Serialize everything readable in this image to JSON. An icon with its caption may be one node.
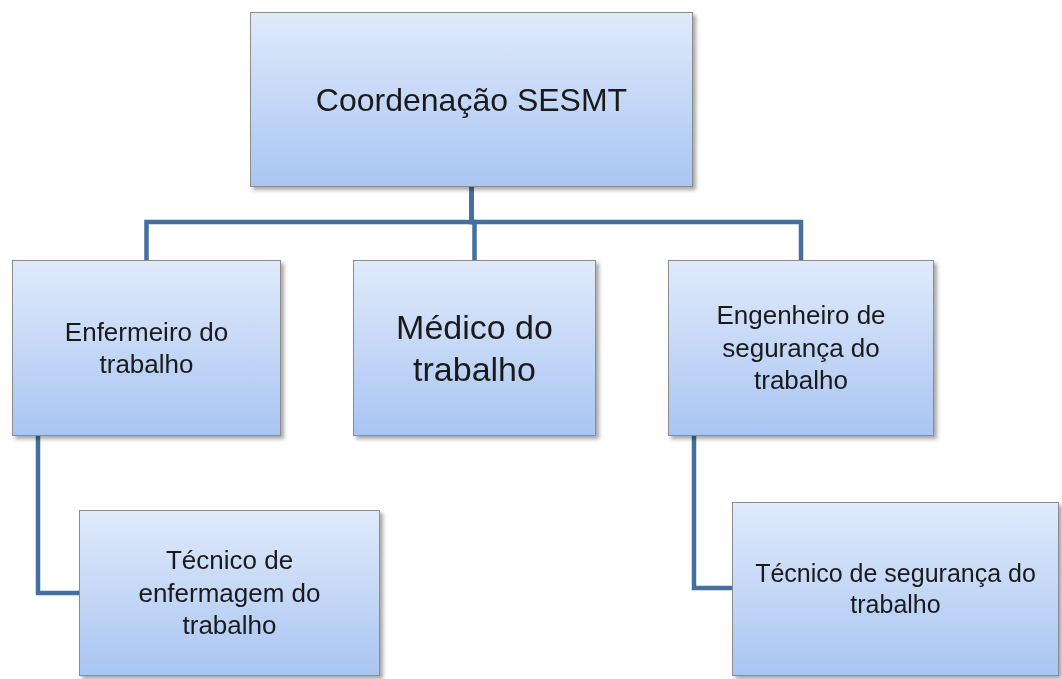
{
  "diagram": {
    "nodes": [
      {
        "text": [
          "Coordenação SESMT"
        ]
      },
      {
        "text": [
          "Enfermeiro do trabalho"
        ]
      },
      {
        "text": [
          "Médico do trabalho"
        ]
      },
      {
        "text": [
          "Engenheiro de segurança do trabalho"
        ]
      },
      {
        "text": [
          "Técnico de enfermagem do trabalho"
        ]
      },
      {
        "text": [
          "Técnico de segurança do trabalho"
        ]
      }
    ],
    "edges": [
      {
        "from": 0,
        "to": 1,
        "arrow": "none"
      },
      {
        "from": 0,
        "to": 2,
        "arrow": "none"
      },
      {
        "from": 0,
        "to": 3,
        "arrow": "none"
      },
      {
        "from": 1,
        "to": 4,
        "arrow": "none"
      },
      {
        "from": 3,
        "to": 5,
        "arrow": "none"
      }
    ]
  }
}
